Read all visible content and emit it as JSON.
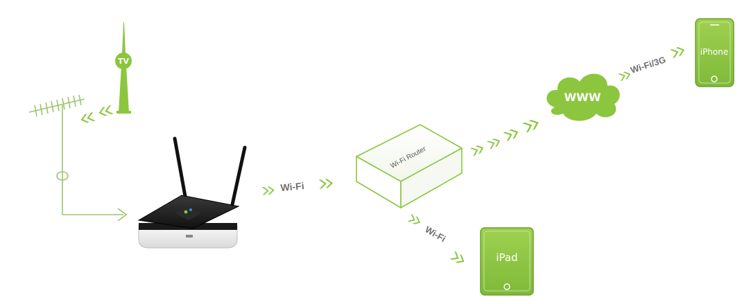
{
  "tower": {
    "label": "TV"
  },
  "link_receiver": {
    "label": "Wi-Fi"
  },
  "router": {
    "label": "Wi-Fi Router"
  },
  "cloud": {
    "label": "WWW"
  },
  "link_phone": {
    "label": "Wi-Fi/3G"
  },
  "link_tablet": {
    "label": "Wi-Fi"
  },
  "phone": {
    "label": "iPhone"
  },
  "tablet": {
    "label": "iPad"
  },
  "colors": {
    "green": "#8cc63f",
    "green_dark": "#6a9f2a",
    "text_gray": "#6e6e6e"
  }
}
